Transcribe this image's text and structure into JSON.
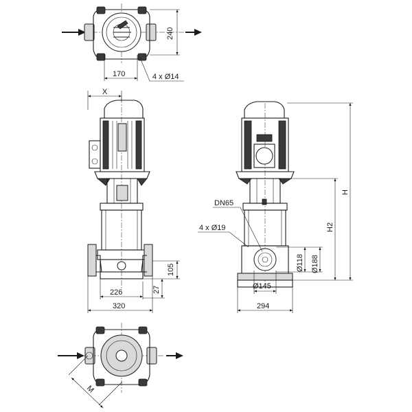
{
  "views": {
    "top": {
      "dim_height": "240",
      "dim_width": "170",
      "bolt_note": "4 x Ø14"
    },
    "front": {
      "dim_x": "X",
      "dim_105": "105",
      "dim_27": "27",
      "dim_226": "226",
      "dim_320": "320"
    },
    "side": {
      "dn_label": "DN65",
      "bolt_note": "4 x Ø19",
      "dim_H": "H",
      "dim_H2": "H2",
      "dim_118": "Ø118",
      "dim_188": "Ø188",
      "dim_145": "Ø145",
      "dim_294": "294"
    },
    "bottom": {
      "dim_M": "M"
    }
  },
  "icons": {
    "flow_arrow": "arrow-right-icon"
  }
}
